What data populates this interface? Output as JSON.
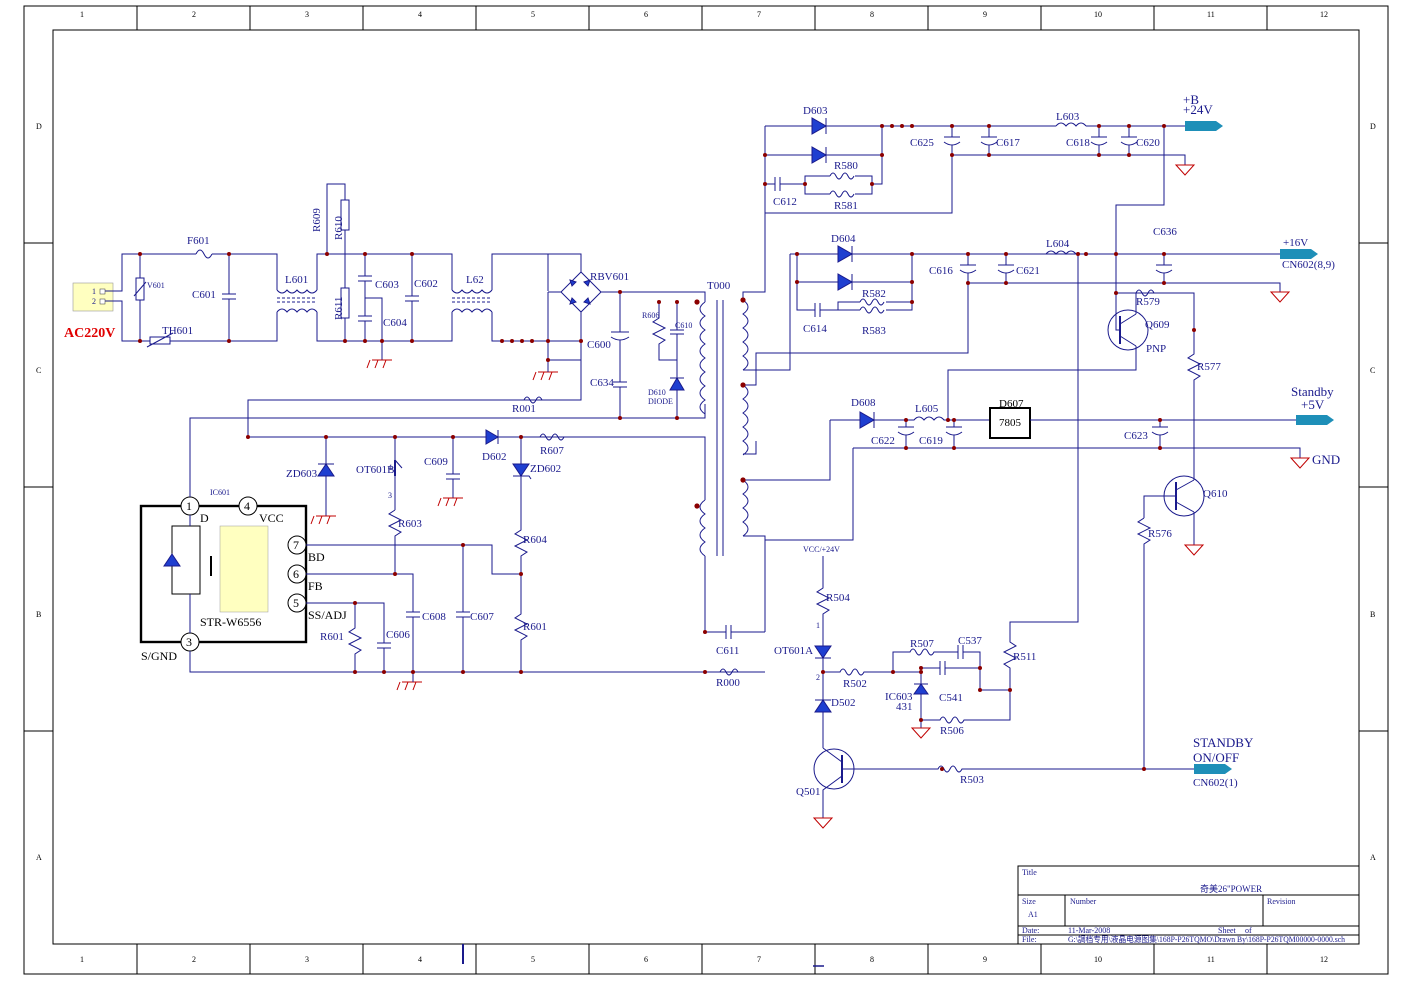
{
  "frame": {
    "columns": [
      "1",
      "2",
      "3",
      "4",
      "5",
      "6",
      "7",
      "8",
      "9",
      "10",
      "11",
      "12"
    ],
    "rows": [
      "D",
      "C",
      "B",
      "A"
    ]
  },
  "title_block": {
    "title_label": "Title",
    "title_value": "奇美26\"POWER",
    "size_label": "Size",
    "size_value": "A1",
    "number_label": "Number",
    "revision_label": "Revision",
    "date_label": "Date:",
    "date_value": "11-Mar-2008",
    "sheet_label": "Sheet",
    "sheet_of": "of",
    "file_label": "File:",
    "file_value": "G:\\調档专用\\液晶电源图集\\168P-P26TQMO\\Drawn By\\168P-P26TQM00000-0000.sch"
  },
  "input": {
    "label": "AC220V",
    "pin1": "1",
    "pin2": "2"
  },
  "labels": {
    "F601": "F601",
    "V601": "V601",
    "C601": "C601",
    "TH601": "TH601",
    "L601": "L601",
    "R609": "R609",
    "R610": "R610",
    "R611": "R611",
    "C603": "C603",
    "C604": "C604",
    "C602": "C602",
    "L62": "L62",
    "RBV601": "RBV601",
    "R606": "R606",
    "C610": "C610",
    "C600": "C600",
    "C634": "C634",
    "D610": "D610",
    "DIODE": "DIODE",
    "T000": "T000",
    "R001": "R001",
    "IC601": "IC601",
    "ZD603": "ZD603",
    "OT601B": "OT601B",
    "C609": "C609",
    "D602": "D602",
    "R607": "R607",
    "ZD602": "ZD602",
    "R603": "R603",
    "R604": "R604",
    "R601a": "R601",
    "R601b": "R601",
    "C606": "C606",
    "C608": "C608",
    "C607": "C607",
    "C611": "C611",
    "R000": "R000",
    "SGND": "S/GND",
    "D603": "D603",
    "R580": "R580",
    "C612": "C612",
    "R581": "R581",
    "C625": "C625",
    "C617": "C617",
    "L603": "L603",
    "C618": "C618",
    "C620": "C620",
    "plusB": "+B",
    "plus24V": "+24V",
    "D604": "D604",
    "C616": "C616",
    "C621": "C621",
    "L604": "L604",
    "C636": "C636",
    "plus16V": "+16V",
    "CN602_89": "CN602(8,9)",
    "R582": "R582",
    "C614": "C614",
    "R583": "R583",
    "R579": "R579",
    "Q609": "Q609",
    "PNP": "PNP",
    "R577": "R577",
    "standby": "Standby",
    "plus5V": "+5V",
    "D608": "D608",
    "L605": "L605",
    "D607": "D607",
    "v7805": "7805",
    "C622": "C622",
    "C619": "C619",
    "C623": "C623",
    "GND": "GND",
    "Q610": "Q610",
    "R576": "R576",
    "VCC24": "VCC/+24V",
    "R504": "R504",
    "OT601A": "OT601A",
    "R502": "R502",
    "R507": "R507",
    "C537": "C537",
    "R511": "R511",
    "IC603": "IC603",
    "v431": "431",
    "C541": "C541",
    "D502": "D502",
    "R506": "R506",
    "Q501": "Q501",
    "R503": "R503",
    "STANDBY": "STANDBY",
    "ONOFF": "ON/OFF",
    "CN602_1": "CN602(1)",
    "opto_pin4": "4",
    "opto_pin3": "3",
    "opto_pin1": "1",
    "opto_pin2": "2"
  },
  "ic": {
    "name": "STR-W6556",
    "pin1": "1",
    "pin1_name": "D",
    "pin4": "4",
    "pin4_name": "VCC",
    "pin7": "7",
    "pin7_name": "BD",
    "pin6": "6",
    "pin6_name": "FB",
    "pin5": "5",
    "pin5_name": "SS/ADJ",
    "pin3": "3"
  },
  "colors": {
    "wire": "#1a1a8c",
    "junction": "#8b0000",
    "connector": "#1e8fb8",
    "ic_fill": "#ffffc0",
    "ground": "#c00000",
    "input_label": "#e00000"
  }
}
